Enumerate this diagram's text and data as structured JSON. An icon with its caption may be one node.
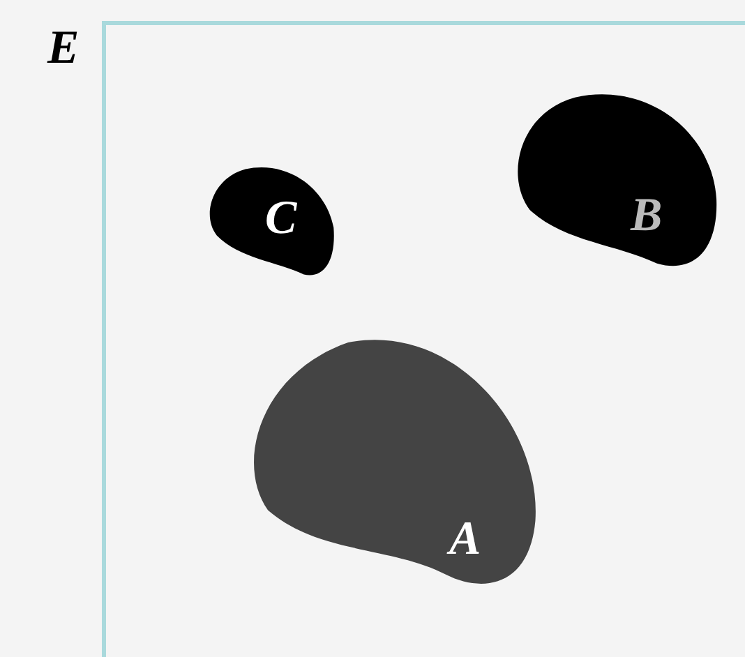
{
  "diagram": {
    "nodes": [
      {
        "text": [
          "E"
        ]
      },
      {
        "text": [
          "C"
        ],
        "in": 0
      },
      {
        "text": [
          "B"
        ],
        "in": 0
      },
      {
        "text": [
          "A"
        ],
        "in": 0
      }
    ]
  }
}
